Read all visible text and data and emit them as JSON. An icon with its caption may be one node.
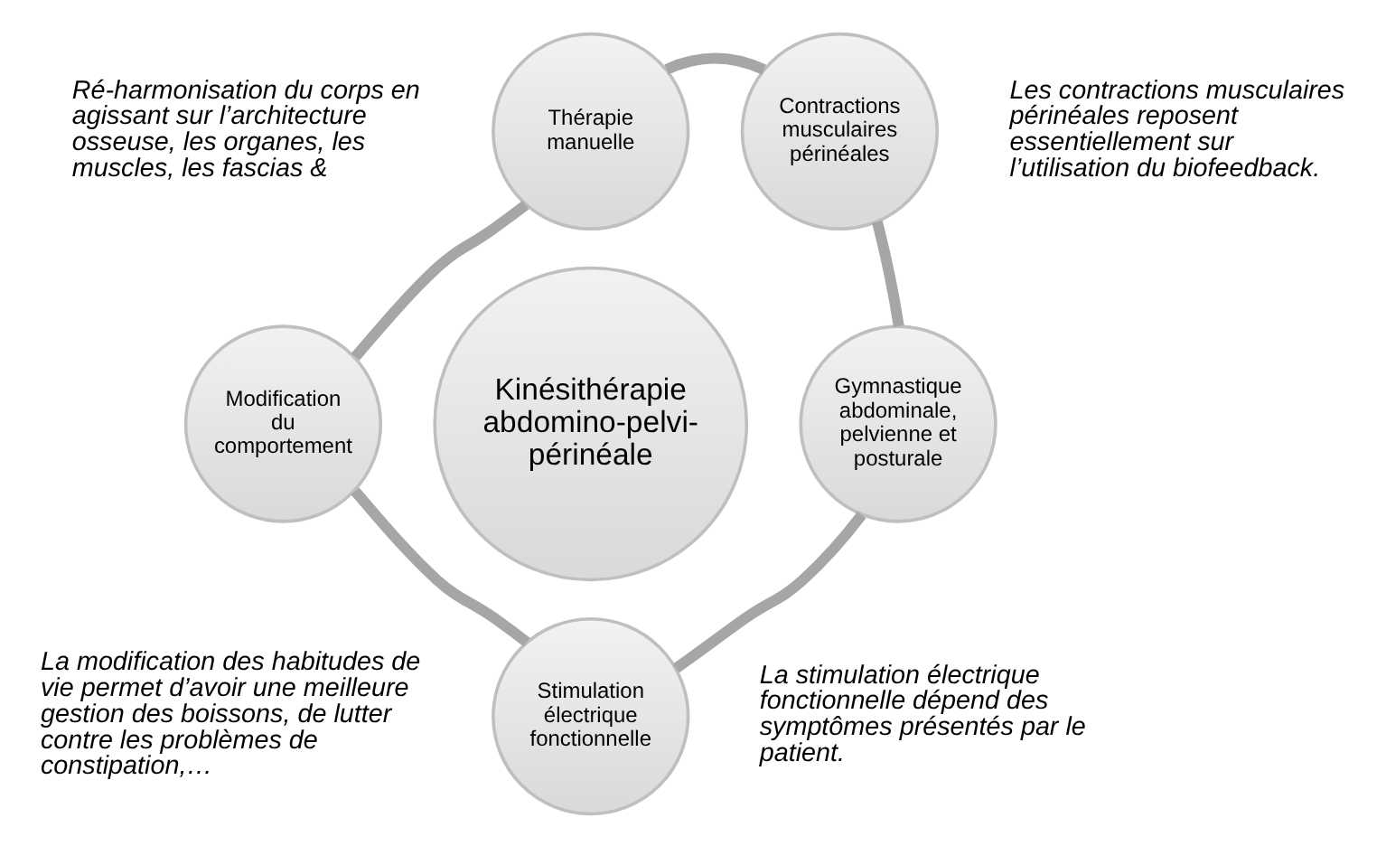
{
  "diagram": {
    "nodes": [
      {
        "text": [
          "Kinésithérapie abdomino-pelvi-périnéale"
        ]
      },
      {
        "text": [
          "Thérapie manuelle"
        ]
      },
      {
        "text": [
          "Contractions musculaires périnéales"
        ]
      },
      {
        "text": [
          "Gymnastique abdominale, pelvienne et posturale"
        ]
      },
      {
        "text": [
          "Stimulation électrique fonctionnelle"
        ]
      },
      {
        "text": [
          "Modification du comportement"
        ]
      }
    ],
    "edges": [
      {
        "from": 1,
        "to": 2,
        "arrow": "none"
      },
      {
        "from": 2,
        "to": 3,
        "arrow": "none"
      },
      {
        "from": 3,
        "to": 4,
        "arrow": "none"
      },
      {
        "from": 4,
        "to": 5,
        "arrow": "none"
      },
      {
        "from": 5,
        "to": 1,
        "arrow": "none"
      }
    ],
    "labels": [
      "Ré-harmonisation du corps en agissant sur l’architecture osseuse, les organes, les muscles, les fascias &",
      "Les contractions musculaires périnéales reposent essentiellement sur l’utilisation du biofeedback.",
      "La modification des habitudes de vie permet d’avoir une meilleure gestion des boissons, de lutter contre les problèmes de constipation,…",
      "La stimulation électrique fonctionnelle dépend des symptômes présentés par le patient."
    ]
  }
}
